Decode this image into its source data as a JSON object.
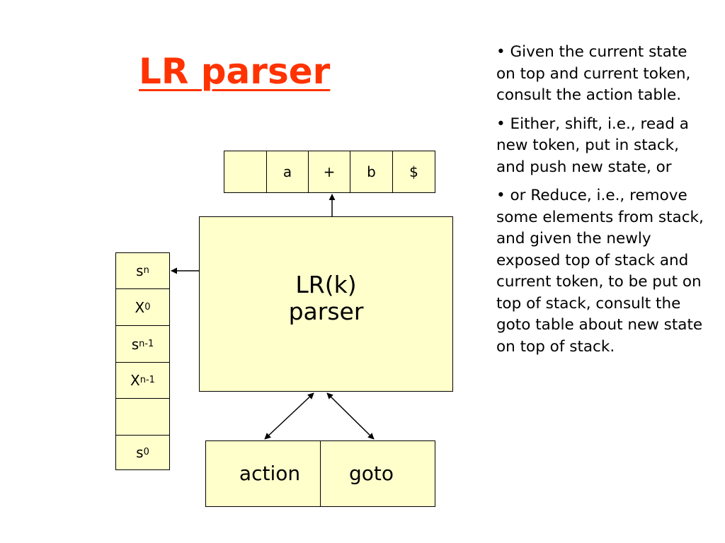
{
  "title": "LR parser",
  "input_tape": [
    "",
    "a",
    "+",
    "b",
    "$"
  ],
  "parser_box": {
    "line1": "LR(k)",
    "line2": "parser"
  },
  "stack": [
    {
      "base": "s",
      "sub": "n"
    },
    {
      "base": "X",
      "sub": "0"
    },
    {
      "base": "s",
      "sub": "n-1"
    },
    {
      "base": "X",
      "sub": "n-1"
    },
    {
      "base": "",
      "sub": ""
    },
    {
      "base": "s",
      "sub": "0"
    }
  ],
  "tables": {
    "action": "action",
    "goto": "goto"
  },
  "bullets": [
    "• Given the current state on top and current token, consult the action table.",
    "• Either, shift, i.e., read a new token, put in stack, and push new state, or",
    "• or Reduce, i.e., remove some elements from stack, and given the newly exposed top of stack and current token, to be put on top of stack, consult the goto table about new state on top of stack."
  ],
  "colors": {
    "title": "#ff3300",
    "box_fill": "#ffffcc",
    "stroke": "#000000"
  }
}
